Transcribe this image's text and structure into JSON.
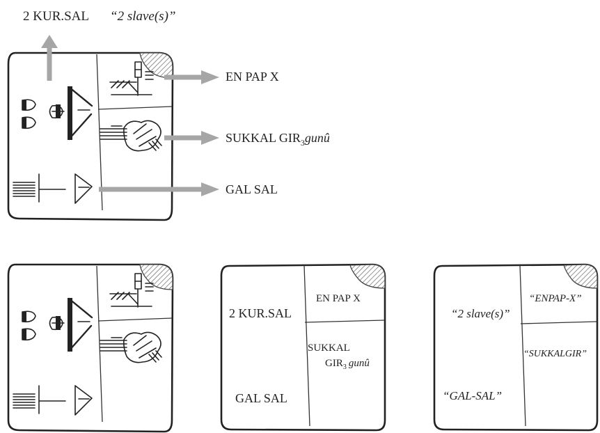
{
  "top_caption": {
    "prefix": "2  KUR.SAL",
    "gloss": "“2 slave(s)”"
  },
  "panel1_labels": {
    "en_pap_x": "EN  PAP  X",
    "sukkal": "SUKKAL GIR",
    "sukkal_sub": "3",
    "sukkal_gunu": "gunû",
    "gal_sal": "GAL  SAL"
  },
  "panel3": {
    "kur_sal": "2 KUR.SAL",
    "en_pap_x": "EN  PAP  X",
    "sukkal": "SUKKAL",
    "gir": "GIR",
    "gir_sub": "3",
    "gunu": "gunû",
    "gal_sal": "GAL  SAL"
  },
  "panel4": {
    "slaves": "“2 slave(s)”",
    "enpap": "“ENPAP-X”",
    "sukkalgir": "“SUKKALGIR”",
    "galsal": "“GAL-SAL”"
  },
  "colors": {
    "arrow": "#a6a6a6",
    "ink": "#222222"
  }
}
